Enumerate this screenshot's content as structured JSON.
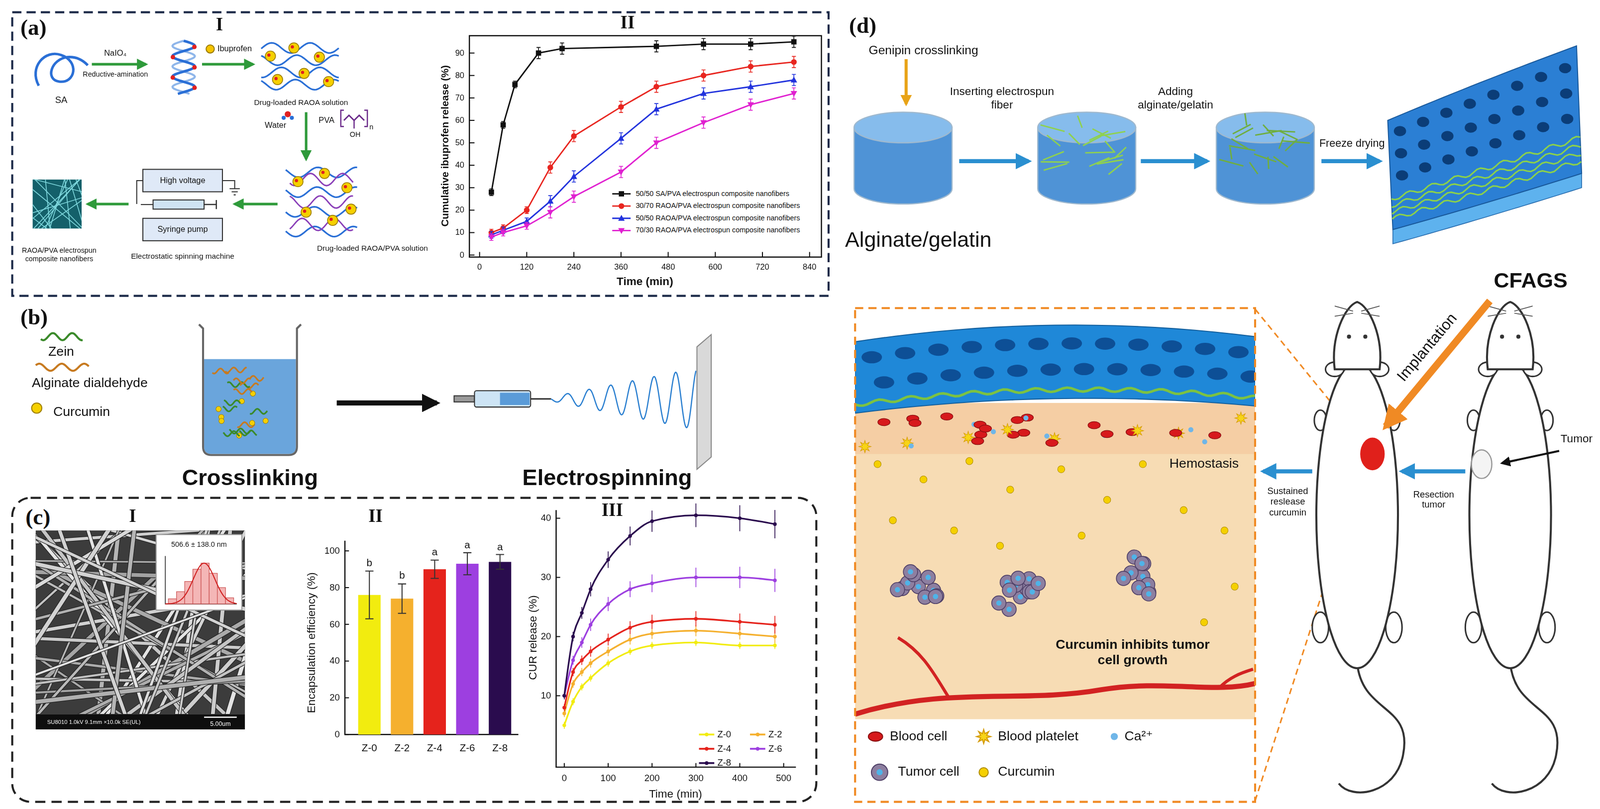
{
  "diagram": {
    "labels": [
      "(a)",
      "I",
      "II",
      "SA",
      "NaIO₄",
      "Reductive-amination",
      "Ibuprofen",
      "Drug-loaded RAOA solution",
      "Water",
      "PVA",
      "n",
      "OH",
      "High voltage",
      "Syringe pump",
      "Drug-loaded RAOA/PVA solution",
      "Electrostatic spinning machine",
      "RAOA/PVA electrospun composite nanofibers",
      "0",
      "10",
      "20",
      "30",
      "40",
      "50",
      "60",
      "70",
      "80",
      "90",
      "0",
      "120",
      "240",
      "360",
      "480",
      "600",
      "720",
      "840",
      "Time (min)",
      "Cumulative ibuprofen release (%)",
      "(b)",
      "Zein",
      "Alginate dialdehyde",
      "Curcumin",
      "Crosslinking",
      "Electrospinning",
      "(c)",
      "I",
      "II",
      "III",
      "506.6 ± 138.0 nm",
      "SU8010 1.0kV 9.1mm ×10.0k SE(UL)",
      "5.00um",
      "0",
      "20",
      "40",
      "60",
      "80",
      "100",
      "Encapsulation efficiency (%)",
      "Z-0",
      "Z-2",
      "Z-4",
      "Z-6",
      "Z-8",
      "b",
      "b",
      "a",
      "a",
      "a",
      "10",
      "20",
      "30",
      "40",
      "0",
      "100",
      "200",
      "300",
      "400",
      "500",
      "Time (min)",
      "CUR release (%)",
      "(d)",
      "Genipin crosslinking",
      "Inserting electrospun fiber",
      "Adding alginate/gelatin",
      "Freeze drying",
      "Alginate/gelatin",
      "CFAGS",
      "Implantation",
      "Tumor",
      "Resection tumor",
      "Sustained reslease curcumin",
      "Hemostasis",
      "Curcumin inhibits tumor cell growth"
    ],
    "legend": [
      {
        "text": "50/50 SA/PVA electrospun composite nanofibers"
      },
      {
        "text": "30/70 RAOA/PVA electrospun composite nanofibers"
      },
      {
        "text": "50/50 RAOA/PVA electrospun composite nanofibers"
      },
      {
        "text": "70/30 RAOA/PVA electrospun composite nanofibers"
      },
      {
        "text": "Z-0"
      },
      {
        "text": "Z-2"
      },
      {
        "text": "Z-4"
      },
      {
        "text": "Z-6"
      },
      {
        "text": "Z-8"
      },
      {
        "text": "Blood cell"
      },
      {
        "text": "Blood platelet"
      },
      {
        "text": "Ca²⁺"
      },
      {
        "text": "Tumor cell"
      },
      {
        "text": "Curcumin"
      }
    ]
  }
}
